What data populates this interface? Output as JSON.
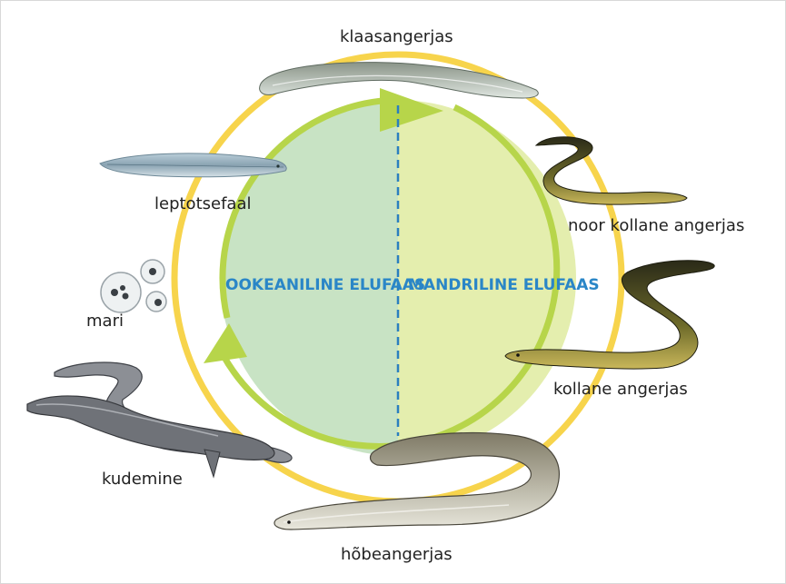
{
  "phases": {
    "oceanic": "OOKEANILINE ELUFAAS",
    "continental": "MANDRILINE ELUFAAS"
  },
  "stages": {
    "glass_eel": "klaasangerjas",
    "young_yellow_eel": "noor kollane angerjas",
    "yellow_eel": "kollane angerjas",
    "silver_eel": "hõbeangerjas",
    "spawning": "kudemine",
    "eggs": "mari",
    "leptocephalus": "leptotsefaal"
  },
  "colors": {
    "oceanic_fill": "#c8e3c4",
    "continental_fill": "#e4eeae",
    "inner_arrow": "#b7d54a",
    "outer_ring": "#f7d44c",
    "phase_text": "#2a86c7",
    "divider": "#2a7fc0"
  }
}
